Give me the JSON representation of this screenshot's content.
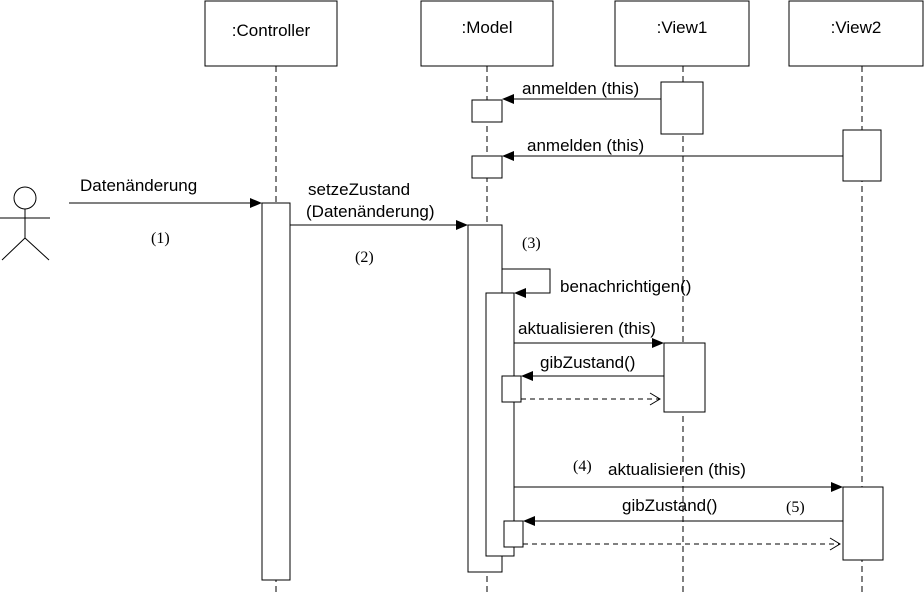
{
  "participants": {
    "controller": ":Controller",
    "model": ":Model",
    "view1": ":View1",
    "view2": ":View2"
  },
  "messages": {
    "anmelden_view1": "anmelden (this)",
    "anmelden_view2": "anmelden (this)",
    "datenaenderung": "Datenänderung",
    "setze_zustand_1": "setzeZustand",
    "setze_zustand_2": "(Datenänderung)",
    "benachrichtigen": "benachrichtigen()",
    "aktualisieren_view1": "aktualisieren (this)",
    "gib_zustand_view1": "gibZustand()",
    "aktualisieren_view2": "aktualisieren (this)",
    "gib_zustand_view2": "gibZustand()"
  },
  "steps": {
    "s1": "(1)",
    "s2": "(2)",
    "s3": "(3)",
    "s4": "(4)",
    "s5": "(5)"
  }
}
